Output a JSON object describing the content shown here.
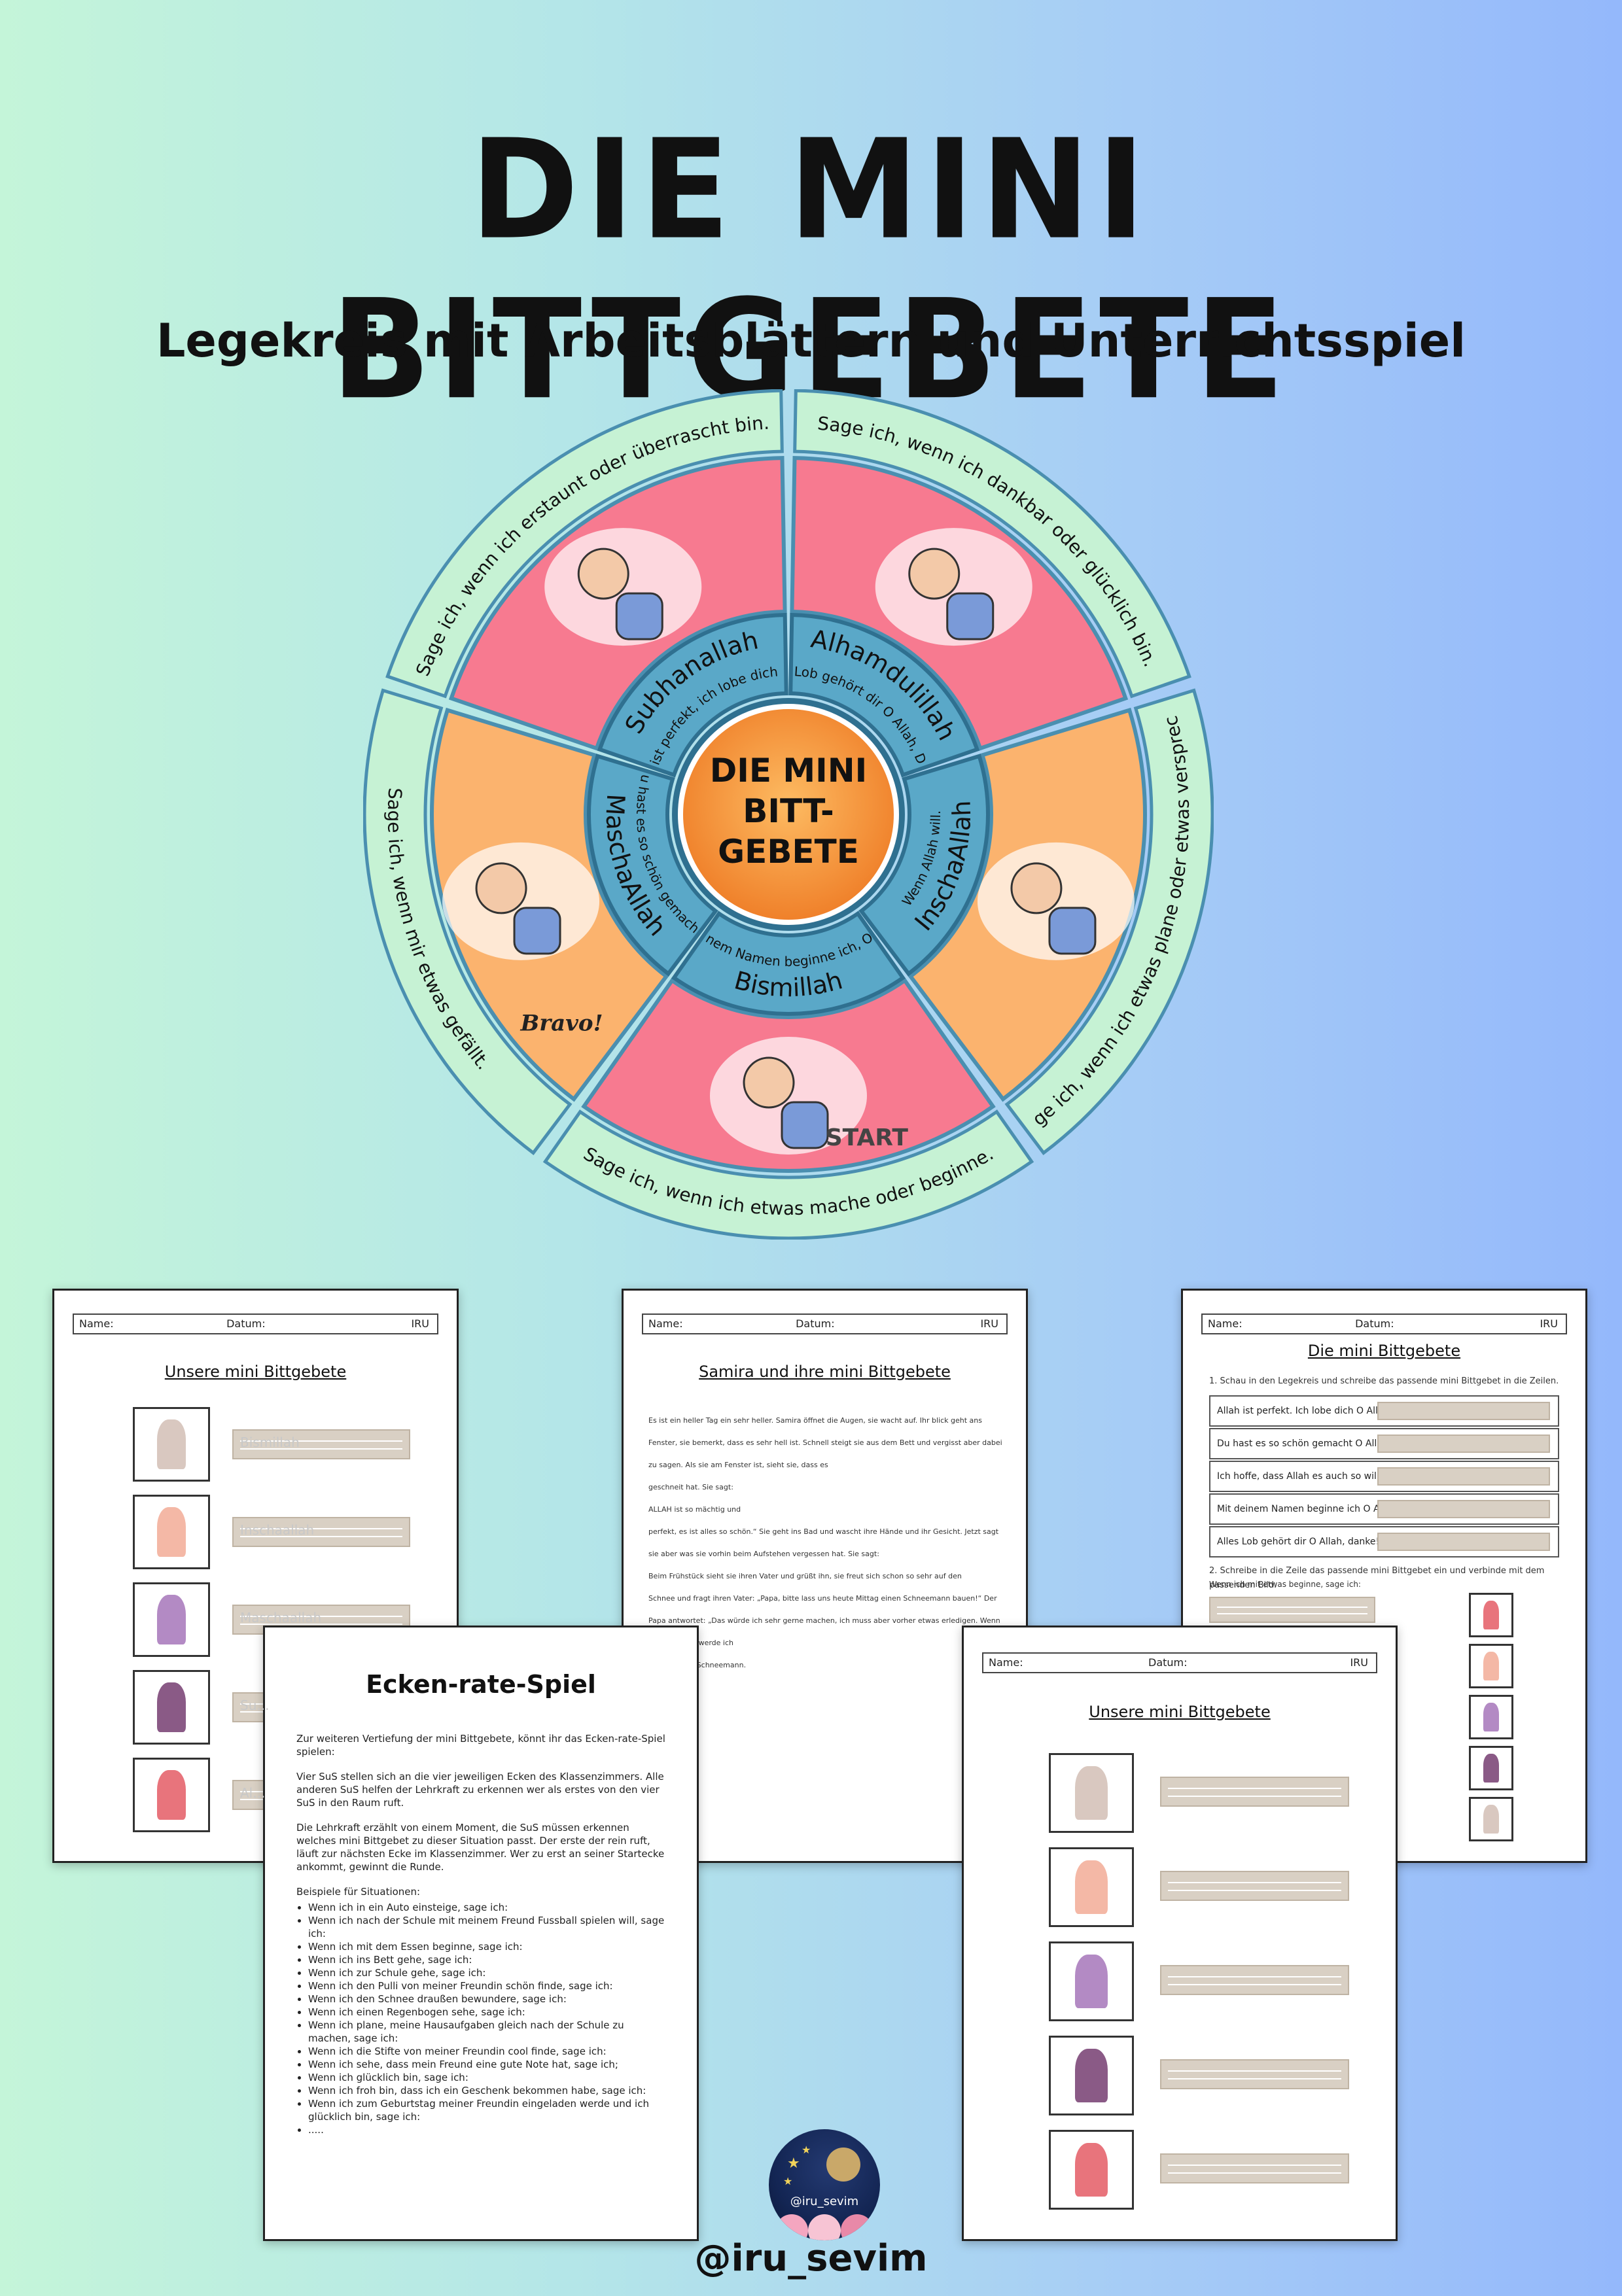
{
  "title": "DIE MINI BITTGEBETE",
  "subtitle": "Legekreis mit Arbeitsblättern und Unterrichtsspiel",
  "wheel": {
    "center": [
      "DIE MINI",
      "BITT-",
      "GEBETE"
    ],
    "segments": [
      {
        "dua": "Alhamdulillah",
        "meaning": "Alles Lob gehört dir O Allah, Danke!",
        "outer": "Sage ich, wenn ich dankbar oder glücklich bin."
      },
      {
        "dua": "InschaAllah",
        "meaning": "Wenn Allah will.",
        "outer": "Sage ich, wenn ich etwas plane oder etwas verspreche."
      },
      {
        "dua": "Bismillah",
        "meaning": "Mit deinem Namen beginne ich, O Allah!",
        "outer": "Sage ich, wenn ich etwas mache oder beginne."
      },
      {
        "dua": "MaschaAllah",
        "meaning": "Du hast es so schön gemacht.",
        "outer": "Sage ich, wenn mir etwas gefällt."
      },
      {
        "dua": "Subhanallah",
        "meaning": "Allah ist perfekt, ich lobe dich Allah.",
        "outer": "Sage ich, wenn ich erstaunt oder überrascht bin."
      }
    ],
    "stickers": [
      "START",
      "Bravo!"
    ]
  },
  "sheets": {
    "header": {
      "name": "Name:",
      "date": "Datum:",
      "brand": "IRU"
    },
    "sheet1": {
      "title": "Unsere mini Bittgebete",
      "traces": [
        "Bismillah",
        "Inschaallah",
        "Maschaallah",
        "Su...",
        "Al..."
      ]
    },
    "sheet2": {
      "title": "Samira und ihre mini Bittgebete",
      "lines": [
        "Es ist ein heller Tag ein sehr heller. Samira öffnet die Augen, sie wacht auf. Ihr blick geht ans",
        "Fenster, sie bemerkt, dass es sehr hell ist. Schnell steigt sie aus dem Bett und vergisst aber dabei",
        "zu sagen. Als sie am Fenster ist, sieht sie, dass es",
        "geschneit hat. Sie sagt:",
        "ALLAH ist so mächtig und",
        "perfekt, es ist alles so schön.“ Sie geht ins Bad und wascht ihre Hände und ihr Gesicht. Jetzt sagt",
        "sie aber was sie vorhin beim Aufstehen vergessen hat. Sie sagt:",
        "Beim Frühstück sieht sie ihren Vater und grüßt ihn, sie freut sich schon so sehr auf den",
        "Schnee und fragt ihren Vater: „Papa, bitte lass uns heute Mittag einen Schneemann bauen!“ Der",
        "Papa antwortet: „Das würde ich sehr gerne machen, ich muss aber vorher etwas erledigen. Wenn",
        "ich fertig bin, werde ich",
        "mit dir einen Schneemann."
      ]
    },
    "sheet3": {
      "title": "Die mini Bittgebete",
      "task1": "1. Schau in den Legekreis und schreibe das passende mini Bittgebet in die Zeilen.",
      "rows": [
        "Allah ist perfekt. Ich lobe dich O Allah!",
        "Du hast es so schön gemacht O Allah!",
        "Ich hoffe, dass Allah es auch so will",
        "Mit deinem Namen beginne ich O Allah!",
        "Alles Lob gehört dir O Allah, danke!"
      ],
      "task2": "2. Schreibe in die Zeile das passende mini Bittgebet ein und verbinde mit dem passenden Bild.",
      "example": "Wenn ich mit etwas beginne, sage ich:"
    },
    "ecken": {
      "title": "Ecken-rate-Spiel",
      "p1": "Zur weiteren Vertiefung der mini Bittgebete, könnt ihr das Ecken-rate-Spiel spielen:",
      "p2": "Vier SuS stellen sich an die vier jeweiligen Ecken des Klassenzimmers. Alle anderen SuS helfen der Lehrkraft zu erkennen wer als erstes von den vier SuS in den Raum ruft.",
      "p3": "Die Lehrkraft erzählt von einem Moment, die SuS müssen erkennen welches mini Bittgebet zu dieser Situation passt. Der erste der rein ruft, läuft zur nächsten Ecke im Klassenzimmer. Wer zu erst an seiner Startecke ankommt, gewinnt die Runde.",
      "examples_title": "Beispiele für Situationen:",
      "examples": [
        "Wenn ich in ein Auto einsteige, sage ich:",
        "Wenn ich nach der Schule mit meinem Freund Fussball spielen will, sage ich:",
        "Wenn ich mit dem Essen beginne, sage ich:",
        "Wenn ich ins Bett gehe, sage ich:",
        "Wenn ich zur Schule gehe, sage ich:",
        "Wenn ich den Pulli von meiner Freundin schön finde, sage ich:",
        "Wenn ich den Schnee draußen bewundere, sage ich:",
        "Wenn ich einen Regenbogen sehe, sage ich:",
        "Wenn ich plane, meine Hausaufgaben gleich nach der Schule zu machen, sage ich:",
        "Wenn ich die Stifte von meiner Freundin cool finde, sage ich:",
        "Wenn ich sehe, dass mein Freund eine gute Note hat, sage ich;",
        "Wenn ich glücklich bin, sage ich:",
        "Wenn ich froh bin, dass ich ein Geschenk bekommen habe, sage ich:",
        "Wenn ich zum Geburtstag meiner Freundin eingeladen werde und ich glücklich bin, sage ich:",
        "....."
      ]
    },
    "sheet5": {
      "title": "Unsere mini Bittgebete"
    }
  },
  "logo": {
    "handle_small": "@iru_sevim"
  },
  "footer_handle": "@iru_sevim",
  "colors": {
    "inner_ring": "#5aa8c8",
    "center": "#f28a2e",
    "outer_ring": "#c6f2d4",
    "segment_pink": "#f77a90",
    "segment_orange": "#fbb36e"
  }
}
